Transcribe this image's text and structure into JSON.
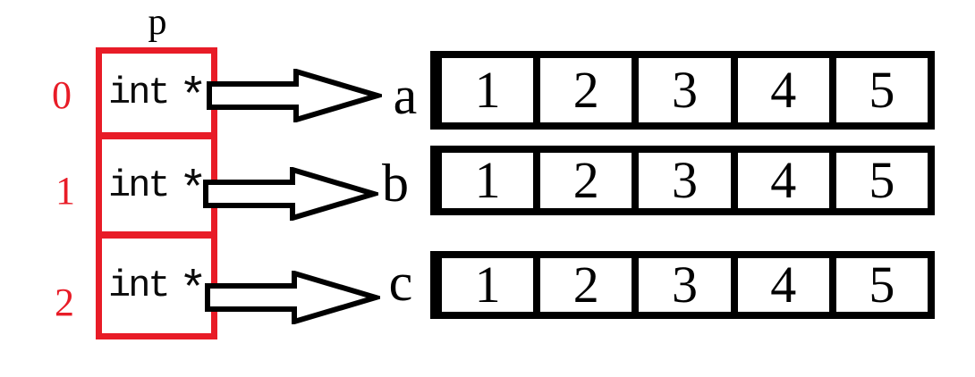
{
  "colors": {
    "accent_red": "#e81c27",
    "ink": "#000000",
    "background": "#ffffff"
  },
  "pointer_array": {
    "title": "p",
    "cells": [
      {
        "index": "0",
        "type": "int",
        "star": "*"
      },
      {
        "index": "1",
        "type": "int",
        "star": "*"
      },
      {
        "index": "2",
        "type": "int",
        "star": "*"
      }
    ]
  },
  "arrows": [
    {
      "icon": "block-arrow-right-icon",
      "from": "p[0]",
      "to": "a"
    },
    {
      "icon": "block-arrow-right-icon",
      "from": "p[1]",
      "to": "b"
    },
    {
      "icon": "block-arrow-right-icon",
      "from": "p[2]",
      "to": "c"
    }
  ],
  "arrays": [
    {
      "name": "a",
      "values": [
        "1",
        "2",
        "3",
        "4",
        "5"
      ]
    },
    {
      "name": "b",
      "values": [
        "1",
        "2",
        "3",
        "4",
        "5"
      ]
    },
    {
      "name": "c",
      "values": [
        "1",
        "2",
        "3",
        "4",
        "5"
      ]
    }
  ]
}
